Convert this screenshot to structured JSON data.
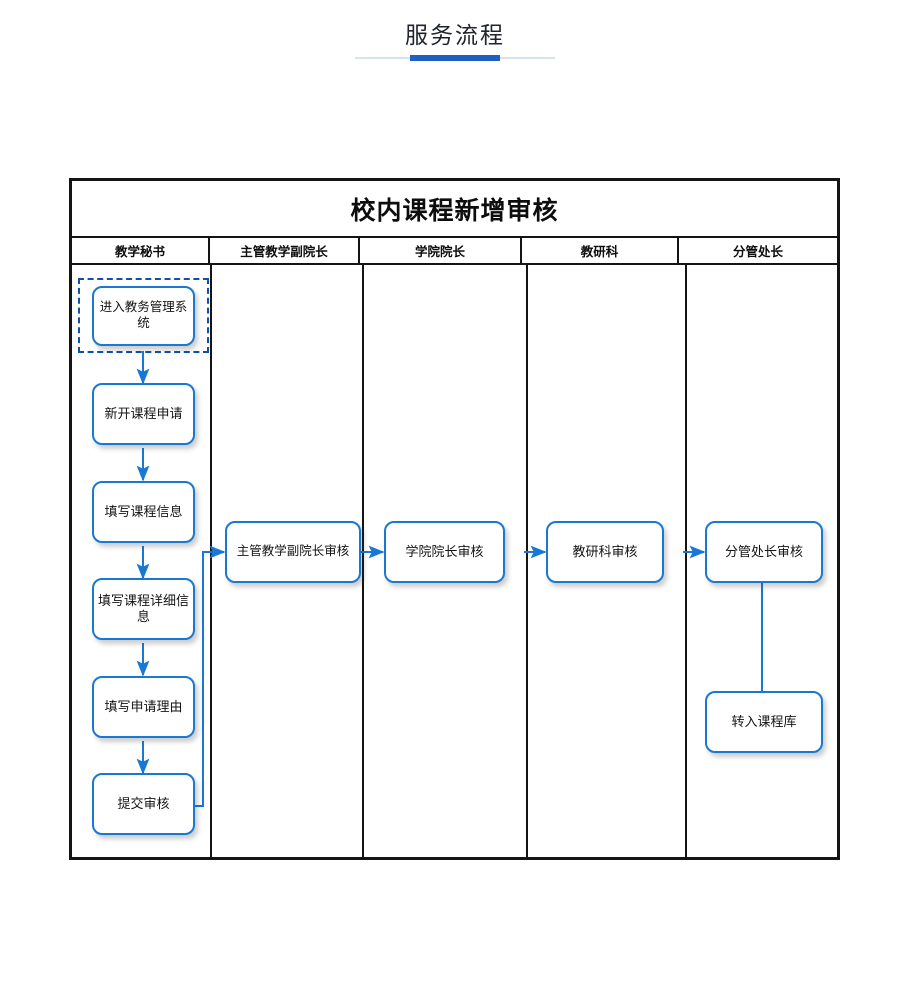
{
  "page": {
    "header_title": "服务流程",
    "accent_color": "#1f5fc0",
    "rule_color": "#d7e3ef"
  },
  "flowchart": {
    "title": "校内课程新增审核",
    "node_border_color": "#1878d2",
    "connector_color": "#1878d2",
    "frame_color": "#141414",
    "selection_border_color": "#1050a8",
    "lanes": [
      {
        "label": "教学秘书"
      },
      {
        "label": "主管教学副院长"
      },
      {
        "label": "学院院长"
      },
      {
        "label": "教研科"
      },
      {
        "label": "分管处长"
      }
    ],
    "nodes": [
      {
        "id": "enter-system",
        "label": "进入教务管理系统",
        "lane": 0,
        "selected": true
      },
      {
        "id": "new-course-apply",
        "label": "新开课程申请",
        "lane": 0,
        "selected": false
      },
      {
        "id": "fill-course-info",
        "label": "填写课程信息",
        "lane": 0,
        "selected": false
      },
      {
        "id": "fill-course-detail",
        "label": "填写课程详细信息",
        "lane": 0,
        "selected": false
      },
      {
        "id": "fill-reason",
        "label": "填写申请理由",
        "lane": 0,
        "selected": false
      },
      {
        "id": "submit-review",
        "label": "提交审核",
        "lane": 0,
        "selected": false
      },
      {
        "id": "vice-dean-review",
        "label": "主管教学副院长审核",
        "lane": 1,
        "selected": false
      },
      {
        "id": "dean-review",
        "label": "学院院长审核",
        "lane": 2,
        "selected": false
      },
      {
        "id": "section-review",
        "label": "教研科审核",
        "lane": 3,
        "selected": false
      },
      {
        "id": "director-review",
        "label": "分管处长审核",
        "lane": 4,
        "selected": false
      },
      {
        "id": "into-course-lib",
        "label": "转入课程库",
        "lane": 4,
        "selected": false
      }
    ],
    "connections": [
      {
        "from": "enter-system",
        "to": "new-course-apply"
      },
      {
        "from": "new-course-apply",
        "to": "fill-course-info"
      },
      {
        "from": "fill-course-info",
        "to": "fill-course-detail"
      },
      {
        "from": "fill-course-detail",
        "to": "fill-reason"
      },
      {
        "from": "fill-reason",
        "to": "submit-review"
      },
      {
        "from": "submit-review",
        "to": "vice-dean-review"
      },
      {
        "from": "vice-dean-review",
        "to": "dean-review"
      },
      {
        "from": "dean-review",
        "to": "section-review"
      },
      {
        "from": "section-review",
        "to": "director-review"
      },
      {
        "from": "director-review",
        "to": "into-course-lib"
      }
    ]
  }
}
